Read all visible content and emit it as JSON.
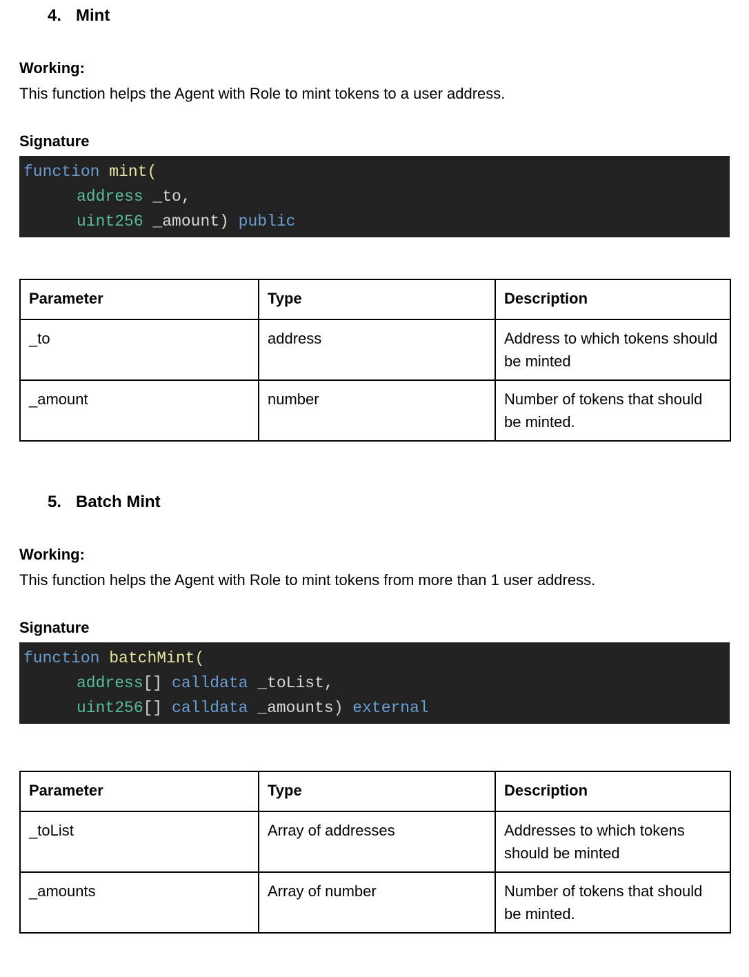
{
  "colors": {
    "code_bg": "#222222",
    "code_keyword": "#6a9ed2",
    "code_type": "#57bd9e",
    "code_func": "#e8e5a2",
    "code_plain": "#d8d8d8",
    "table_border": "#000000",
    "text": "#000000"
  },
  "sections": [
    {
      "number": "4.",
      "title": "Mint",
      "working_label": "Working:",
      "working_text": "This function helps the Agent with Role to mint tokens to a user address.",
      "signature_label": "Signature",
      "code_lines": [
        {
          "indent": false,
          "tokens": [
            {
              "t": "function ",
              "c": "keyword"
            },
            {
              "t": "mint(",
              "c": "func"
            }
          ]
        },
        {
          "indent": true,
          "tokens": [
            {
              "t": "address",
              "c": "type"
            },
            {
              "t": " _to,",
              "c": "plain"
            }
          ]
        },
        {
          "indent": true,
          "tokens": [
            {
              "t": "uint256",
              "c": "type"
            },
            {
              "t": " _amount) ",
              "c": "plain"
            },
            {
              "t": "public",
              "c": "keyword"
            }
          ]
        }
      ],
      "table": {
        "headers": [
          "Parameter",
          "Type",
          "Description"
        ],
        "rows": [
          [
            "_to",
            "address",
            "Address to which tokens should be minted"
          ],
          [
            "_amount",
            "number",
            "Number of tokens that should be minted."
          ]
        ]
      }
    },
    {
      "number": "5.",
      "title": "Batch Mint",
      "working_label": "Working:",
      "working_text": "This function helps the Agent with Role to mint tokens from more than 1 user address.",
      "signature_label": "Signature",
      "code_lines": [
        {
          "indent": false,
          "tokens": [
            {
              "t": "function ",
              "c": "keyword"
            },
            {
              "t": "batchMint(",
              "c": "func"
            }
          ]
        },
        {
          "indent": true,
          "tokens": [
            {
              "t": "address",
              "c": "type"
            },
            {
              "t": "[] ",
              "c": "plain"
            },
            {
              "t": "calldata",
              "c": "keyword"
            },
            {
              "t": " _toList,",
              "c": "plain"
            }
          ]
        },
        {
          "indent": true,
          "tokens": [
            {
              "t": "uint256",
              "c": "type"
            },
            {
              "t": "[] ",
              "c": "plain"
            },
            {
              "t": "calldata",
              "c": "keyword"
            },
            {
              "t": " _amounts) ",
              "c": "plain"
            },
            {
              "t": "external",
              "c": "keyword"
            }
          ]
        }
      ],
      "table": {
        "headers": [
          "Parameter",
          "Type",
          "Description"
        ],
        "rows": [
          [
            "_toList",
            "Array of addresses",
            "Addresses to which tokens should be minted"
          ],
          [
            "_amounts",
            "Array of number",
            "Number of tokens that should be minted."
          ]
        ]
      }
    }
  ]
}
